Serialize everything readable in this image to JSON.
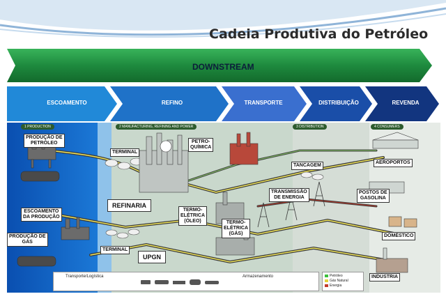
{
  "title": "Cadeia Produtiva do Petróleo",
  "banner": {
    "label": "DOWNSTREAM"
  },
  "stages": [
    "ESCOAMENTO",
    "REFINO",
    "TRANSPORTE",
    "DISTRIBUIÇÃO",
    "REVENDA"
  ],
  "phases": [
    "1 PRODUCTION",
    "2 MANUFACTURING, REFINING AND POWER",
    "3 DISTRIBUTION",
    "4 CONSUMERS"
  ],
  "nodes": {
    "producao_petroleo": "PRODUÇÃO DE\nPETRÓLEO",
    "escoamento_producao": "ESCOAMENTO\nDA PRODUÇÃO",
    "producao_gas": "PRODUÇÃO DE\nGÁS",
    "terminal_top": "TERMINAL",
    "terminal_bottom": "TERMINAL",
    "refinaria": "REFINARIA",
    "petroquimica": "PETRO-\nQUÍMICA",
    "upgn": "UPGN",
    "termo_oleo": "TERMO-\nELÉTRICA\n(ÓLEO)",
    "termo_gas": "TERMO-\nELÉTRICA\n(GÁS)",
    "tancagem": "TANCAGEM",
    "transmissao": "TRANSMISSÃO\nDE ENERGIA",
    "aeroportos": "AEROPORTOS",
    "postos": "POSTOS DE\nGASOLINA",
    "domestico": "DOMÉSTICO",
    "industria": "INDÚSTRIA"
  },
  "legend": {
    "transport": "Transporte/Logística",
    "storage": "Armazenamento",
    "items": [
      {
        "label": "Petróleo",
        "color": "#3cbf3c"
      },
      {
        "label": "Gás Natural",
        "color": "#e3d23a"
      },
      {
        "label": "Energia",
        "color": "#c23a2a"
      }
    ]
  },
  "colors": {
    "banner": "#1e8a3e",
    "stage1": "#1f86d4",
    "stage2": "#1f72c8",
    "stage3": "#2f66c8",
    "stage4": "#1a4ea8",
    "stage5": "#12357f"
  }
}
